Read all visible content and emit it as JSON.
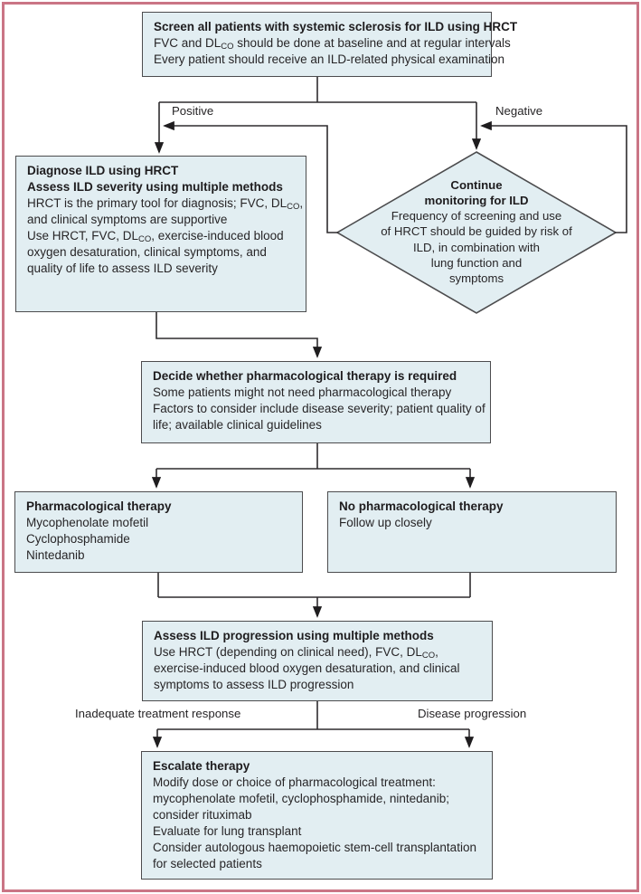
{
  "colors": {
    "box_fill": "#e2eef2",
    "box_border": "#4c4c4e",
    "connector_line": "#2e2c2e",
    "text": "#272527",
    "frame_border": "#ca7585"
  },
  "flowchart": {
    "nodes": [
      {
        "id": "screen-box",
        "shape": "rect",
        "lines": [
          {
            "bold": true,
            "text": "Screen all patients with systemic sclerosis for ILD using HRCT"
          },
          {
            "bold": false,
            "text": "FVC and DL~CO~ should be done at baseline and at regular intervals"
          },
          {
            "bold": false,
            "text": "Every patient should receive an ILD-related physical examination"
          }
        ]
      },
      {
        "id": "diagnose-box",
        "shape": "rect",
        "lines": [
          {
            "bold": true,
            "text": "Diagnose ILD using HRCT"
          },
          {
            "bold": true,
            "text": "Assess ILD severity using multiple methods"
          },
          {
            "bold": false,
            "text": "HRCT is the primary tool for diagnosis; FVC, DL~CO~,"
          },
          {
            "bold": false,
            "text": "and clinical symptoms are supportive"
          },
          {
            "bold": false,
            "text": "Use HRCT, FVC, DL~CO~, exercise-induced blood"
          },
          {
            "bold": false,
            "text": "oxygen desaturation, clinical symptoms, and"
          },
          {
            "bold": false,
            "text": "quality of life to assess ILD severity"
          }
        ]
      },
      {
        "id": "monitor-diamond",
        "shape": "diamond",
        "lines": [
          {
            "bold": true,
            "text": "Continue"
          },
          {
            "bold": true,
            "text": "monitoring for ILD"
          },
          {
            "bold": false,
            "text": "Frequency of screening and use"
          },
          {
            "bold": false,
            "text": "of HRCT should be guided by risk of"
          },
          {
            "bold": false,
            "text": "ILD, in combination with"
          },
          {
            "bold": false,
            "text": "lung function and"
          },
          {
            "bold": false,
            "text": "symptoms"
          }
        ]
      },
      {
        "id": "decide-box",
        "shape": "rect",
        "lines": [
          {
            "bold": true,
            "text": "Decide whether pharmacological therapy is required"
          },
          {
            "bold": false,
            "text": "Some patients might not need pharmacological therapy"
          },
          {
            "bold": false,
            "text": "Factors to consider include disease severity; patient quality of"
          },
          {
            "bold": false,
            "text": "life; available clinical guidelines"
          }
        ]
      },
      {
        "id": "pharm-box",
        "shape": "rect",
        "lines": [
          {
            "bold": true,
            "text": "Pharmacological therapy"
          },
          {
            "bold": false,
            "text": "Mycophenolate mofetil"
          },
          {
            "bold": false,
            "text": "Cyclophosphamide"
          },
          {
            "bold": false,
            "text": "Nintedanib"
          }
        ]
      },
      {
        "id": "nopharm-box",
        "shape": "rect",
        "lines": [
          {
            "bold": true,
            "text": "No pharmacological therapy"
          },
          {
            "bold": false,
            "text": "Follow up closely"
          }
        ]
      },
      {
        "id": "assess-box",
        "shape": "rect",
        "lines": [
          {
            "bold": true,
            "text": "Assess ILD progression using multiple methods"
          },
          {
            "bold": false,
            "text": "Use HRCT (depending on clinical need), FVC, DL~CO~,"
          },
          {
            "bold": false,
            "text": "exercise-induced blood oxygen desaturation, and clinical"
          },
          {
            "bold": false,
            "text": "symptoms to assess ILD progression"
          }
        ]
      },
      {
        "id": "escalate-box",
        "shape": "rect",
        "lines": [
          {
            "bold": true,
            "text": "Escalate therapy"
          },
          {
            "bold": false,
            "text": "Modify dose or choice of pharmacological treatment:"
          },
          {
            "bold": false,
            "text": "mycophenolate mofetil, cyclophosphamide, nintedanib;"
          },
          {
            "bold": false,
            "text": "consider rituximab"
          },
          {
            "bold": false,
            "text": "Evaluate for lung transplant"
          },
          {
            "bold": false,
            "text": "Consider autologous haemopoietic stem-cell transplantation"
          },
          {
            "bold": false,
            "text": "for selected patients"
          }
        ]
      }
    ],
    "edge_labels": {
      "positive": "Positive",
      "negative": "Negative",
      "inadequate": "Inadequate treatment response",
      "progression": "Disease progression"
    }
  }
}
